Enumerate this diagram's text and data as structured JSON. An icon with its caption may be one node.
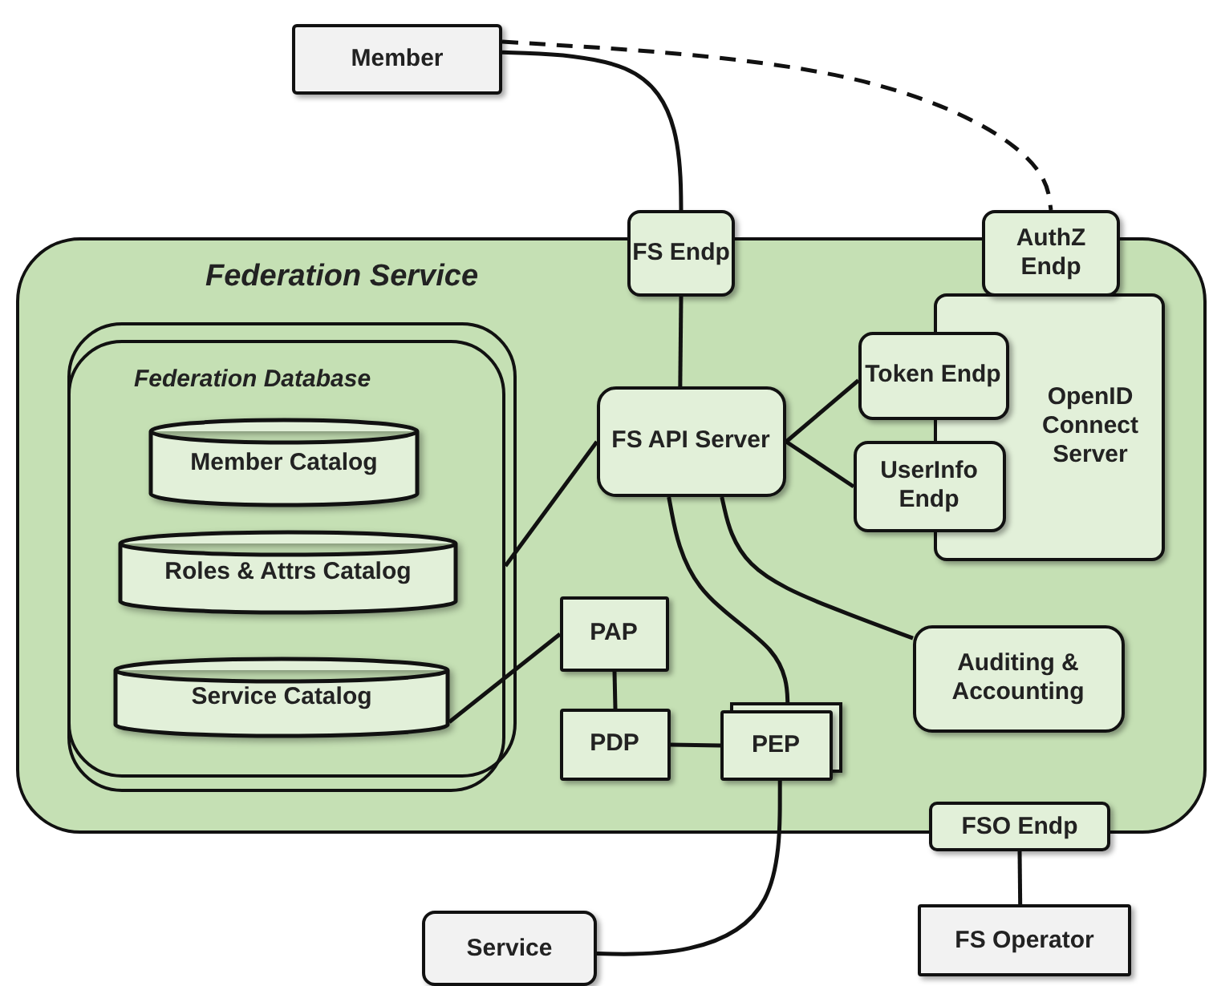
{
  "diagram": {
    "nodes": [
      {
        "text": [
          "Member"
        ]
      },
      {
        "text": [
          "Federation Service"
        ]
      },
      {
        "text": [
          "FS Endp"
        ]
      },
      {
        "text": [
          "AuthZ Endp"
        ]
      },
      {
        "text": [
          "Federation Database"
        ],
        "in": 1
      },
      {
        "text": [
          "Member Catalog"
        ],
        "in": 4
      },
      {
        "text": [
          "Roles & Attrs Catalog"
        ],
        "in": 4
      },
      {
        "text": [
          "Service Catalog"
        ],
        "in": 4
      },
      {
        "text": [
          "FS API Server"
        ],
        "in": 1
      },
      {
        "text": [
          "OpenID Connect Server"
        ],
        "in": 1
      },
      {
        "text": [
          "Token Endp"
        ],
        "in": 1
      },
      {
        "text": [
          "UserInfo Endp"
        ],
        "in": 1
      },
      {
        "text": [
          "PAP"
        ],
        "in": 1
      },
      {
        "text": [
          "PDP"
        ],
        "in": 1
      },
      {
        "text": [
          "PEP"
        ],
        "in": 1
      },
      {
        "text": [
          "Auditing & Accounting"
        ],
        "in": 1
      },
      {
        "text": [
          "FSO Endp"
        ]
      },
      {
        "text": [
          "FS Operator"
        ]
      },
      {
        "text": [
          "Service"
        ]
      }
    ],
    "edges": [
      {
        "from": 0,
        "to": 2,
        "arrow": "none"
      },
      {
        "from": 0,
        "to": 3,
        "arrow": "none",
        "style": "dashed"
      },
      {
        "from": 2,
        "to": 8,
        "arrow": "none"
      },
      {
        "from": 8,
        "to": 4,
        "arrow": "none"
      },
      {
        "from": 8,
        "to": 10,
        "arrow": "none"
      },
      {
        "from": 8,
        "to": 11,
        "arrow": "none"
      },
      {
        "from": 8,
        "to": 14,
        "arrow": "none"
      },
      {
        "from": 8,
        "to": 15,
        "arrow": "none"
      },
      {
        "from": 7,
        "to": 12,
        "arrow": "none"
      },
      {
        "from": 12,
        "to": 13,
        "arrow": "none"
      },
      {
        "from": 13,
        "to": 14,
        "arrow": "none"
      },
      {
        "from": 14,
        "to": 18,
        "arrow": "none"
      },
      {
        "from": 16,
        "to": 17,
        "arrow": "none"
      }
    ]
  }
}
